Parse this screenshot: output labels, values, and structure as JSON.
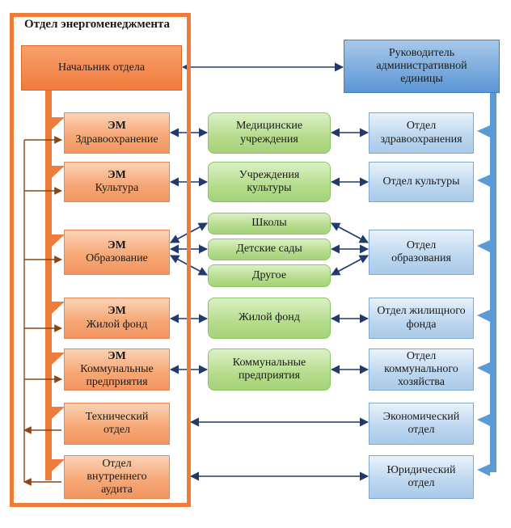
{
  "frame_title": "Отдел энергоменеджмента",
  "left": {
    "head": "Начальник отдела",
    "units": [
      {
        "abbr": "ЭМ",
        "label": "Здравоохранение"
      },
      {
        "abbr": "ЭМ",
        "label": "Культура"
      },
      {
        "abbr": "ЭМ",
        "label": "Образование"
      },
      {
        "abbr": "ЭМ",
        "label": "Жилой фонд"
      },
      {
        "abbr": "ЭМ",
        "label": "Коммунальные предприятия"
      }
    ],
    "tech": "Технический отдел",
    "audit": "Отдел внутреннего аудита"
  },
  "middle": {
    "medical": "Медицинские учреждения",
    "culture": "Учреждения культуры",
    "schools": "Школы",
    "kindergartens": "Детские сады",
    "other": "Другое",
    "housing": "Жилой фонд",
    "utilities": "Коммунальные предприятия"
  },
  "right": {
    "head": "Руководитель административной единицы",
    "health": "Отдел здравоохранения",
    "culture": "Отдел культуры",
    "education": "Отдел образования",
    "housing": "Отдел жилищного фонда",
    "communal": "Отдел коммунального хозяйства",
    "economic": "Экономический отдел",
    "legal": "Юридический отдел"
  },
  "colors": {
    "frame": "#ee7d3b",
    "orange_line": "#ee7d3b",
    "blue_line": "#5b9bd5",
    "connector": "#1f3a6b",
    "brown_connector": "#8b4513"
  }
}
